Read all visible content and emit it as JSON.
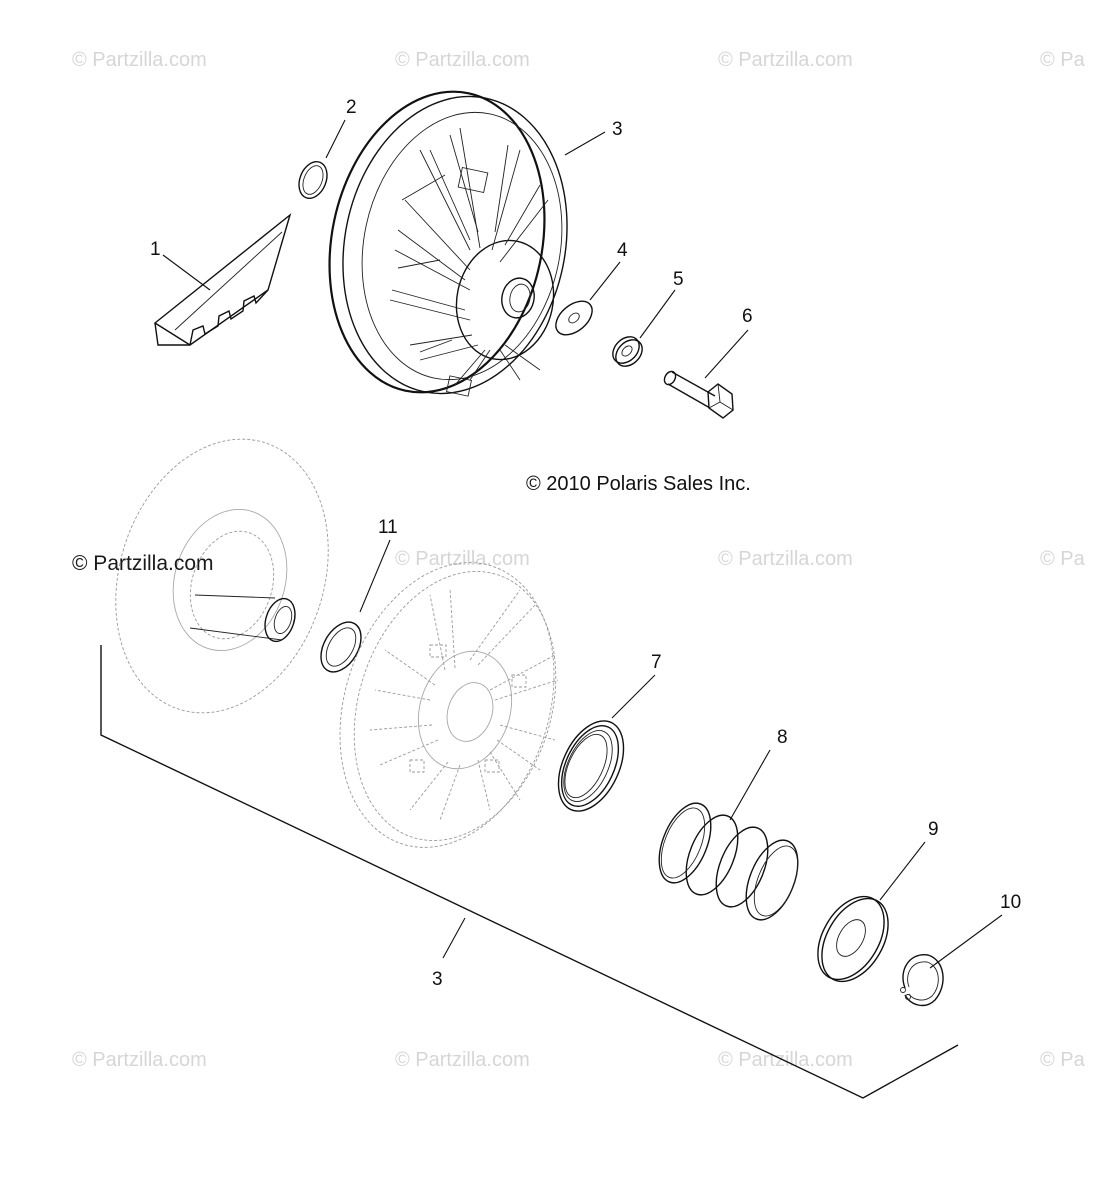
{
  "watermarks": {
    "light": [
      "© Partzilla.com",
      "© Partzilla.com",
      "© Partzilla.com",
      "© Pa",
      "© Partzilla.com",
      "© Partzilla.com",
      "© Pa",
      "© Partzilla.com",
      "© Partzilla.com",
      "© Partzilla.com",
      "© Pa"
    ],
    "dark": "© Partzilla.com"
  },
  "copyright": "© 2010 Polaris Sales Inc.",
  "callouts": {
    "c1": "1",
    "c2": "2",
    "c3_top": "3",
    "c4": "4",
    "c5": "5",
    "c6": "6",
    "c7": "7",
    "c8": "8",
    "c9": "9",
    "c10": "10",
    "c11": "11",
    "c3_bottom": "3"
  },
  "colors": {
    "ink": "#111111",
    "ghost": "#9a9a9a",
    "watermark": "#d6d6d6"
  }
}
